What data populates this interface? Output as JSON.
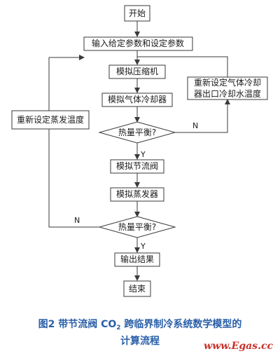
{
  "nodes": {
    "start": "开始",
    "input_params": "输入给定参数和设定参数",
    "sim_compressor": "模拟压缩机",
    "sim_gas_cooler": "模拟气体冷却器",
    "heat_balance_1": "热量平衡?",
    "sim_throttle": "模拟节流阀",
    "sim_evaporator": "模拟蒸发器",
    "heat_balance_2": "热量平衡?",
    "output": "输出结果",
    "end": "结束",
    "reset_evap_temp": "重新设定蒸发温度",
    "reset_cooler_line1": "重新设定气体冷却",
    "reset_cooler_line2": "器出口冷却水温度"
  },
  "labels": {
    "n1": "N",
    "y1": "Y",
    "n2": "N",
    "y2": "Y"
  },
  "caption": {
    "line1_pre": "图2  带节流阀 CO",
    "line1_sub": "2",
    "line1_post": " 跨临界制冷系统数学模型的",
    "line2": "计算流程"
  },
  "watermark": "www.Egas.cc",
  "colors": {
    "line": "#3a3a3a",
    "box_fill": "#ffffff",
    "caption": "#2a5fa8",
    "watermark": "#c8312b"
  }
}
